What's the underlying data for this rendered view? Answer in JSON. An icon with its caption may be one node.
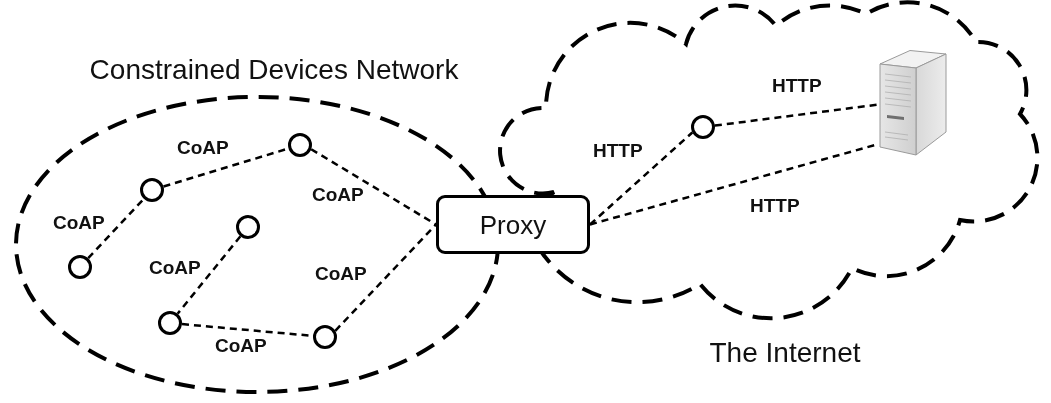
{
  "diagram": {
    "nodes": [
      {
        "text": [
          "Constrained Devices Network"
        ]
      },
      {
        "text": [],
        "shape": "circle",
        "in": 0
      },
      {
        "text": [],
        "shape": "circle",
        "in": 0
      },
      {
        "text": [],
        "shape": "circle",
        "in": 0
      },
      {
        "text": [],
        "shape": "circle",
        "in": 0
      },
      {
        "text": [],
        "shape": "circle",
        "in": 0
      },
      {
        "text": [],
        "shape": "circle",
        "in": 0
      },
      {
        "text": [
          "Proxy"
        ]
      },
      {
        "text": [
          "The Internet"
        ]
      },
      {
        "text": [],
        "shape": "circle",
        "in": 8
      },
      {
        "text": [],
        "shape": "picture",
        "in": 8
      }
    ],
    "edges": [
      {
        "from": 1,
        "to": 2,
        "arrow": "none",
        "label": "CoAP",
        "style": "dashed"
      },
      {
        "from": 2,
        "to": 5,
        "arrow": "none",
        "label": "CoAP",
        "style": "dashed"
      },
      {
        "from": 5,
        "to": 7,
        "arrow": "none",
        "label": "CoAP",
        "style": "dashed"
      },
      {
        "from": 4,
        "to": 3,
        "arrow": "none",
        "label": "CoAP",
        "style": "dashed"
      },
      {
        "from": 3,
        "to": 6,
        "arrow": "none",
        "label": "CoAP",
        "style": "dashed"
      },
      {
        "from": 6,
        "to": 7,
        "arrow": "none",
        "label": "CoAP",
        "style": "dashed"
      },
      {
        "from": 7,
        "to": 9,
        "arrow": "none",
        "label": "HTTP",
        "style": "dashed"
      },
      {
        "from": 9,
        "to": 10,
        "arrow": "none",
        "label": "HTTP",
        "style": "dashed"
      },
      {
        "from": 7,
        "to": 10,
        "arrow": "none",
        "label": "HTTP",
        "style": "dashed"
      }
    ]
  }
}
